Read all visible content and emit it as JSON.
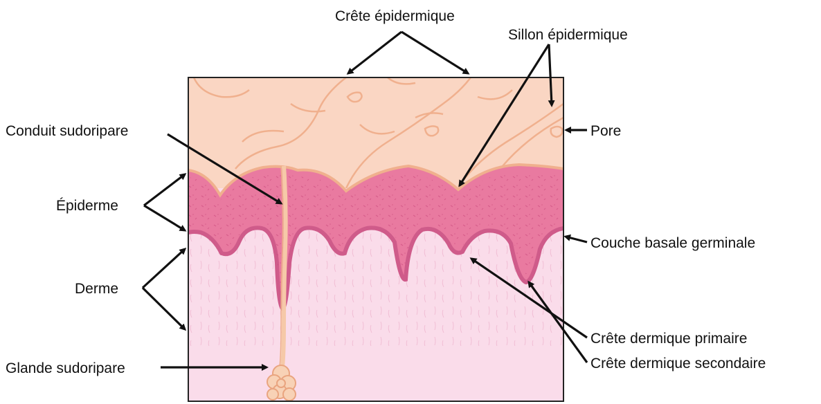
{
  "labels": {
    "crete_epidermique": "Crête épidermique",
    "sillon_epidermique": "Sillon épidermique",
    "conduit_sudoripare": "Conduit sudoripare",
    "pore": "Pore",
    "epiderme": "Épiderme",
    "couche_basale": "Couche basale germinale",
    "derme": "Derme",
    "crete_dermique_primaire": "Crête dermique primaire",
    "crete_dermique_secondaire": "Crête dermique secondaire",
    "glande_sudoripare": "Glande sudoripare"
  },
  "colors": {
    "stratum_corneum": "#fad6c3",
    "surface_lines": "#f0b08e",
    "epidermis": "#e97aa0",
    "epidermis_speckle": "#c9467a",
    "basal_layer": "#cf5b8a",
    "dermis": "#fadcea",
    "dermis_fibers": "#efb6cf",
    "duct": "#f6c9a8",
    "frame": "#222222",
    "arrow": "#111111"
  }
}
